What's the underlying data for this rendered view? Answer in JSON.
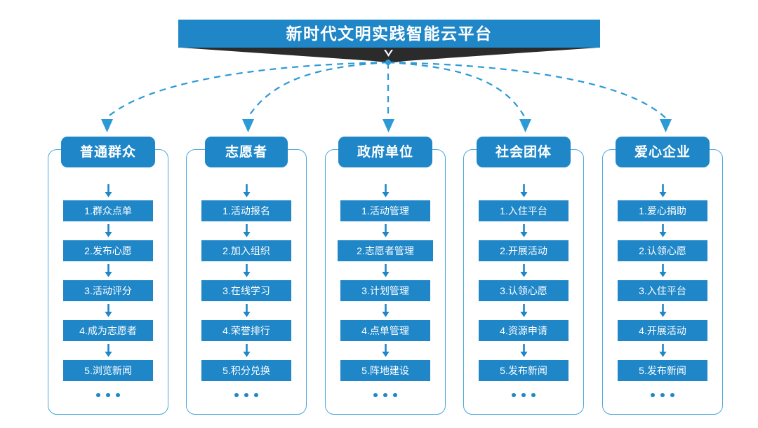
{
  "banner": {
    "title": "新时代文明实践智能云平台",
    "chevron_icon": "chevron-down-icon"
  },
  "colors": {
    "primary_blue": "#1f86c8",
    "frame_blue": "#4aa8dd",
    "shadow_dark": "#2b2b2b",
    "background": "#ffffff",
    "text_on_blue": "#ffffff"
  },
  "columns": [
    {
      "header": "普通群众",
      "items": [
        "1.群众点单",
        "2.发布心愿",
        "3.活动评分",
        "4.成为志愿者",
        "5.浏览新闻"
      ],
      "more": "..."
    },
    {
      "header": "志愿者",
      "items": [
        "1.活动报名",
        "2.加入组织",
        "3.在线学习",
        "4.荣誉排行",
        "5.积分兑换"
      ],
      "more": "..."
    },
    {
      "header": "政府单位",
      "items": [
        "1.活动管理",
        "2.志愿者管理",
        "3.计划管理",
        "4.点单管理",
        "5.阵地建设"
      ],
      "more": "..."
    },
    {
      "header": "社会团体",
      "items": [
        "1.入住平台",
        "2.开展活动",
        "3.认领心愿",
        "4.资源申请",
        "5.发布新闻"
      ],
      "more": "..."
    },
    {
      "header": "爱心企业",
      "items": [
        "1.爱心捐助",
        "2.认领心愿",
        "3.入住平台",
        "4.开展活动",
        "5.发布新闻"
      ],
      "more": "..."
    }
  ]
}
